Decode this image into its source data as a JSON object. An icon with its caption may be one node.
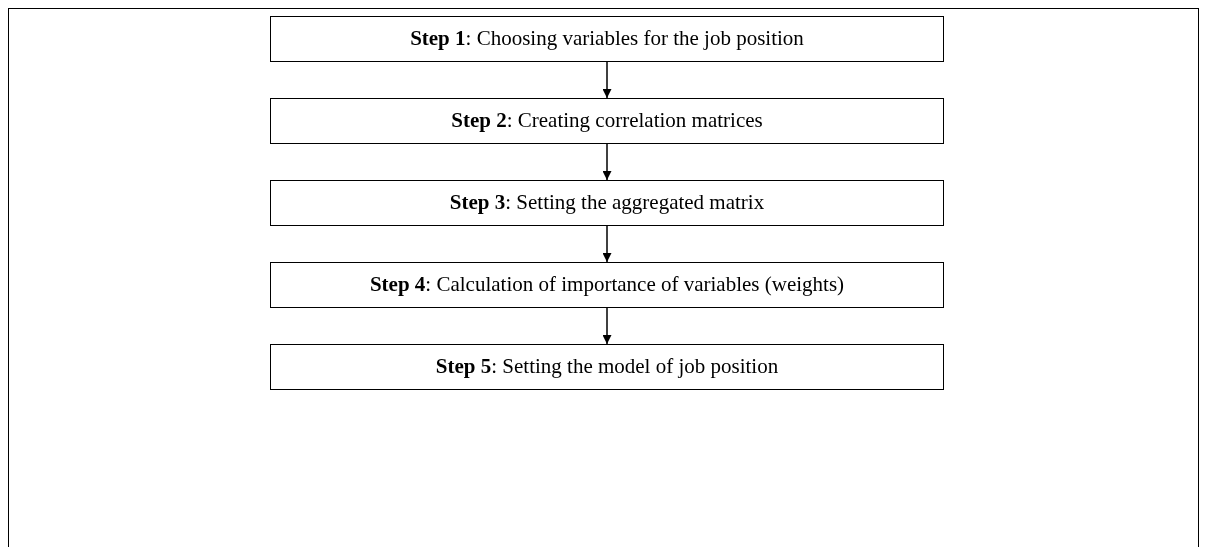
{
  "diagram": {
    "nodes": [
      {
        "text": [
          "**Step 1**: Choosing variables for the job position"
        ]
      },
      {
        "text": [
          "**Step 2**: Creating correlation matrices"
        ]
      },
      {
        "text": [
          "**Step 3**: Setting the aggregated matrix"
        ]
      },
      {
        "text": [
          "**Step 4**: Calculation of importance of variables (weights)"
        ]
      },
      {
        "text": [
          "**Step 5**: Setting the model of job position"
        ]
      }
    ],
    "edges": [
      {
        "from": 0,
        "to": 1,
        "arrow": "to"
      },
      {
        "from": 1,
        "to": 2,
        "arrow": "to"
      },
      {
        "from": 2,
        "to": 3,
        "arrow": "to"
      },
      {
        "from": 3,
        "to": 4,
        "arrow": "to"
      }
    ]
  }
}
